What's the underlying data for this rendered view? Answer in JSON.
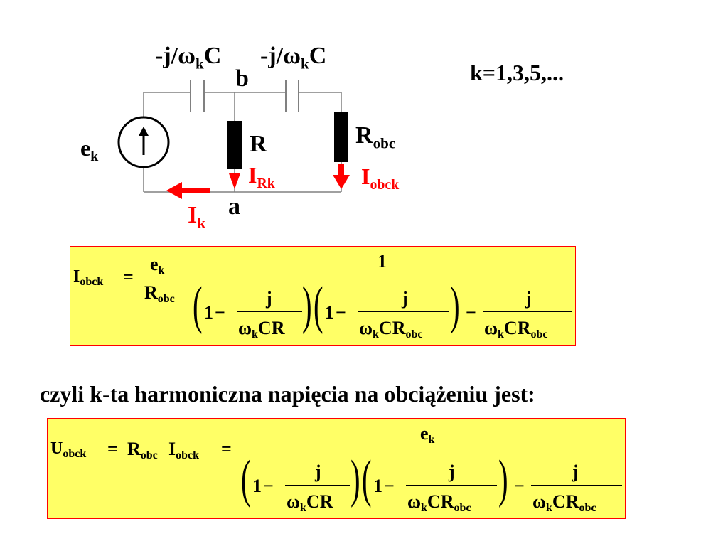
{
  "circuit": {
    "cap1_label_main": "-j/ω",
    "cap1_label_sub": "k",
    "cap1_label_end": "C",
    "cap2_label_main": "-j/ω",
    "cap2_label_sub": "k",
    "cap2_label_end": "C",
    "node_b": "b",
    "node_a": "a",
    "source_main": "e",
    "source_sub": "k",
    "resistor_R": "R",
    "resistor_load_main": "R",
    "resistor_load_sub": "obc",
    "current_R_main": "I",
    "current_R_sub": "Rk",
    "current_load_main": "I",
    "current_load_sub": "obck",
    "current_k_main": "I",
    "current_k_sub": "k",
    "harmonics": "k=1,3,5,..."
  },
  "formula1": {
    "lhs_main": "I",
    "lhs_sub": "obck",
    "eq": "=",
    "num_main": "e",
    "num_sub": "k",
    "den_main": "R",
    "den_sub": "obc",
    "big_num": "1",
    "one1": "1",
    "minus1": "−",
    "j1": "j",
    "w1": "ω",
    "w1_sub": "k",
    "cr1": "CR",
    "one2": "1",
    "minus2": "−",
    "j2": "j",
    "w2": "ω",
    "w2_sub": "k",
    "cr2": "CR",
    "cr2_sub": "obc",
    "minus3": "−",
    "j3": "j",
    "w3": "ω",
    "w3_sub": "k",
    "cr3": "CR",
    "cr3_sub": "obc"
  },
  "sentence": "czyli k-ta harmoniczna napięcia na obciążeniu jest:",
  "formula2": {
    "lhs_main": "U",
    "lhs_sub": "obck",
    "eq1": "=",
    "r_main": "R",
    "r_sub": "obc",
    "i_main": "I",
    "i_sub": "obck",
    "eq2": "=",
    "big_num_main": "e",
    "big_num_sub": "k",
    "one1": "1",
    "minus1": "−",
    "j1": "j",
    "w1": "ω",
    "w1_sub": "k",
    "cr1": "CR",
    "one2": "1",
    "minus2": "−",
    "j2": "j",
    "w2": "ω",
    "w2_sub": "k",
    "cr2": "CR",
    "cr2_sub": "obc",
    "minus3": "−",
    "j3": "j",
    "w3": "ω",
    "w3_sub": "k",
    "cr3": "CR",
    "cr3_sub": "obc"
  },
  "colors": {
    "box_fill": "#ffff66",
    "box_border": "#ff0000",
    "current_red": "#ff0000"
  }
}
